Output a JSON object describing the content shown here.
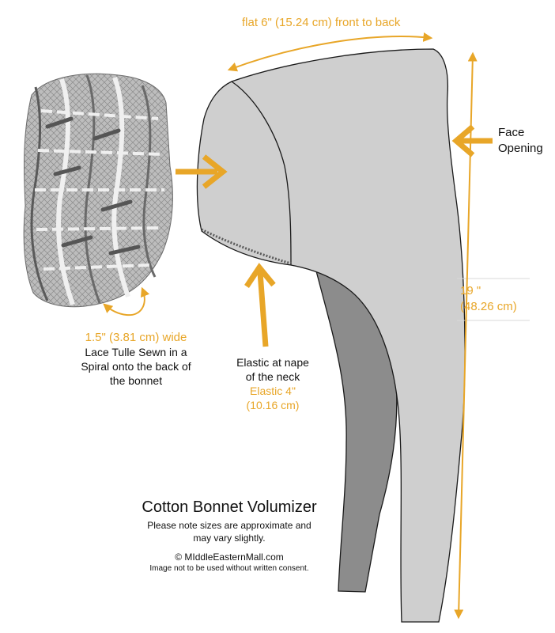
{
  "colors": {
    "accent": "#e8a628",
    "bonnet_light": "#cfcfcf",
    "bonnet_dark": "#8c8c8c",
    "outline": "#1a1a1a",
    "lace_mid": "#9a9a9a",
    "lace_light": "#dcdcdc",
    "guide_line": "#d8d8d8"
  },
  "labels": {
    "top_measure": "flat 6\" (15.24 cm) front to back",
    "face_opening_line1": "Face",
    "face_opening_line2": "Opening",
    "length_line1": "19 \"",
    "length_line2": "(48.26 cm)",
    "lace_width": "1.5\" (3.81 cm) wide",
    "lace_desc_line1": "Lace Tulle Sewn in a",
    "lace_desc_line2": "Spiral onto the back of",
    "lace_desc_line3": "the bonnet",
    "elastic_line1": "Elastic at nape",
    "elastic_line2": "of the neck",
    "elastic_size_line1": "Elastic 4\"",
    "elastic_size_line2": "(10.16 cm)"
  },
  "footer": {
    "title": "Cotton Bonnet Volumizer",
    "note_line1": "Please note sizes are approximate and",
    "note_line2": "may vary slightly.",
    "copyright": "© MIddleEasternMall.com",
    "consent": "Image not to be used without written consent."
  },
  "icons": [
    "arrow-right-icon",
    "arrow-left-icon",
    "arrow-up-icon",
    "double-arrow-icon",
    "curved-arrow-icon"
  ]
}
